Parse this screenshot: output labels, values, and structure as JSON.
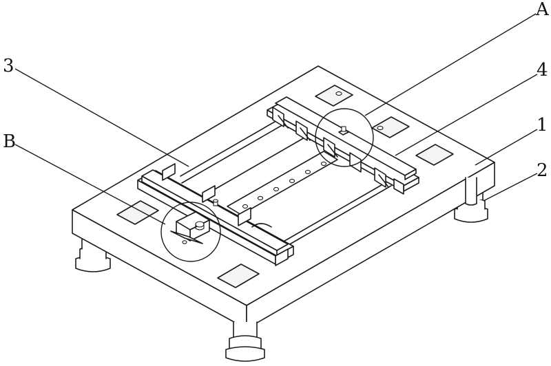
{
  "labels": {
    "detail_a": "A",
    "detail_b": "B",
    "part_1": "1",
    "part_2": "2",
    "part_3": "3",
    "part_4": "4"
  }
}
